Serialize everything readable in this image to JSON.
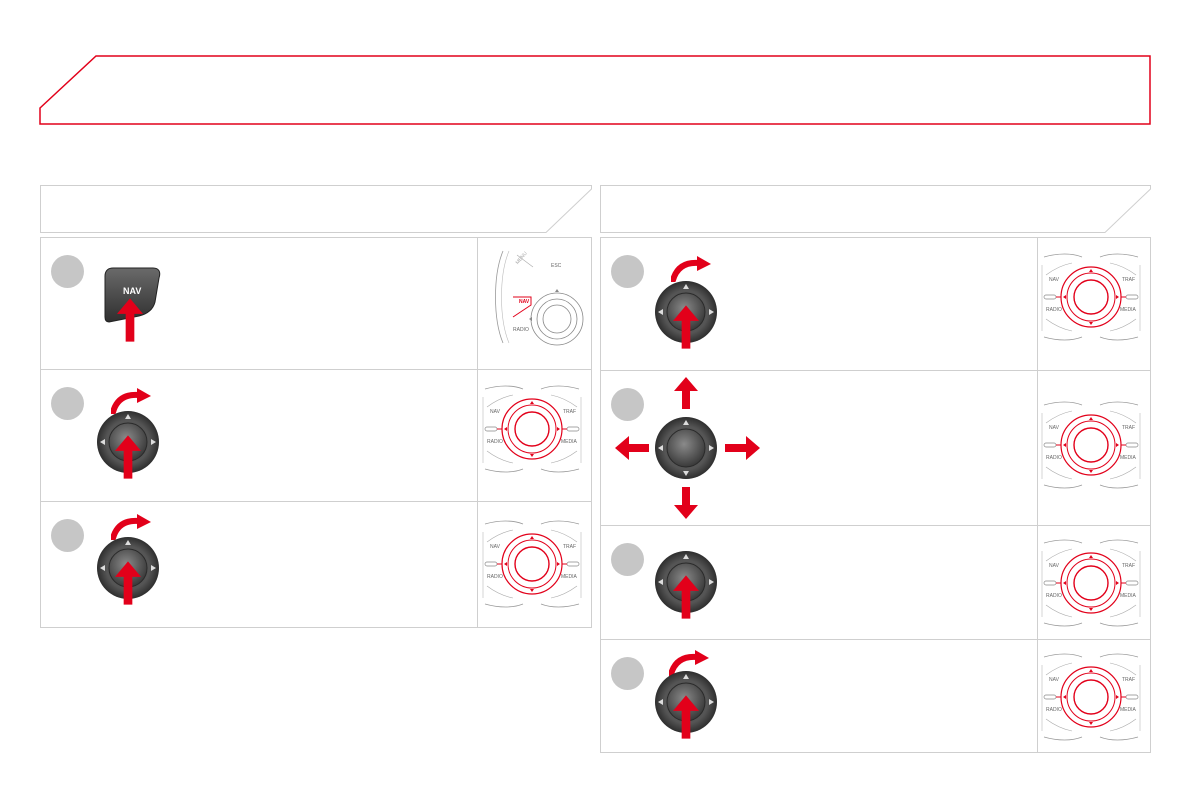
{
  "page": {
    "accent_color": "#e2001a",
    "badge_color": "#c6c6c6",
    "rule_color": "#cfcfcf",
    "title": ""
  },
  "sections": [
    {
      "id": "left",
      "heading": "",
      "steps": [
        {
          "text": "",
          "control_icon": "nav-button-press",
          "thumb": "nav-radio-panel"
        },
        {
          "text": "",
          "control_icon": "dial-rotate-press",
          "thumb": "control-ring"
        },
        {
          "text": "",
          "control_icon": "dial-rotate-press",
          "thumb": "control-ring"
        }
      ]
    },
    {
      "id": "right",
      "heading": "",
      "steps": [
        {
          "text": "",
          "control_icon": "dial-rotate-press",
          "thumb": "control-ring"
        },
        {
          "text": "",
          "control_icon": "dial-four-way",
          "thumb": "control-ring"
        },
        {
          "text": "",
          "control_icon": "dial-press",
          "thumb": "control-ring"
        },
        {
          "text": "",
          "control_icon": "dial-rotate-press",
          "thumb": "control-ring"
        }
      ]
    }
  ],
  "labels": {
    "nav": "NAV",
    "esc": "ESC",
    "radio": "RADIO",
    "traf": "TRAF",
    "media": "MEDIA",
    "menu": "MENU"
  }
}
